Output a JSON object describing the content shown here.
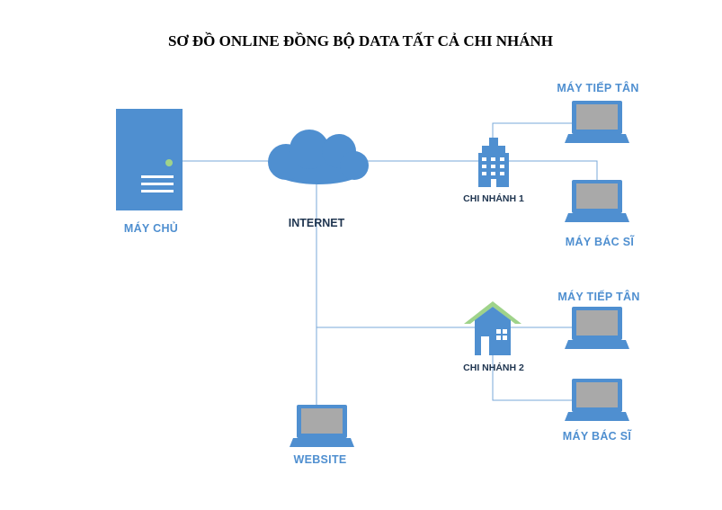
{
  "title": "SƠ ĐỒ ONLINE ĐỒNG BỘ DATA TẤT CẢ CHI NHÁNH",
  "colors": {
    "icon_blue": "#4f8fd0",
    "screen_gray": "#a9a9a9",
    "roof_green": "#9fd38a",
    "line_blue": "#7aa8d8",
    "label_dark": "#1f3550",
    "label_blue": "#4f8fd0"
  },
  "nodes": {
    "server": {
      "label": "MÁY CHỦ",
      "icon": "server-icon"
    },
    "internet": {
      "label": "INTERNET",
      "icon": "cloud-icon"
    },
    "branch1": {
      "label": "CHI NHÁNH 1",
      "icon": "office-building-icon",
      "reception_label": "MÁY TIẾP TÂN",
      "doctor_label": "MÁY BÁC SĨ"
    },
    "branch2": {
      "label": "CHI NHÁNH 2",
      "icon": "house-icon",
      "reception_label": "MÁY TIẾP TÂN",
      "doctor_label": "MÁY BÁC SĨ"
    },
    "website": {
      "label": "WEBSITE",
      "icon": "laptop-icon"
    }
  }
}
